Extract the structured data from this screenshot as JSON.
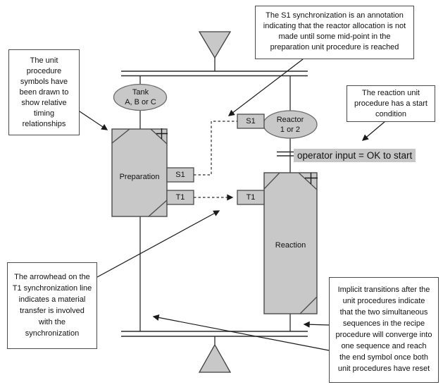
{
  "diagram": {
    "title_implied": "Recipe procedure timing diagram",
    "colors": {
      "background": "#ffffff",
      "shape_fill": "#c8c8c8",
      "shape_border": "#4b4b4b",
      "line": "#2b2b2b",
      "highlight_bg": "#c6c6c6"
    },
    "annotations": {
      "top": "The S1 synchronization is an annotation\nindicating that the reactor allocation is not\nmade until some mid-point in the\npreparation unit procedure is reached",
      "left": "The unit\nprocedure\nsymbols have\nbeen drawn to\nshow relative\ntiming\nrelationships",
      "right": "The reaction unit\nprocedure has a start\ncondition",
      "bottom_left": "The arrowhead on the\nT1 synchronization line\nindicates a material\ntransfer is involved\nwith the\nsynchronization",
      "bottom_right": "Implicit transitions after the\nunit procedures indicate\nthat the two simultaneous\nsequences in the recipe\nprocedure will converge into\none sequence and reach\nthe end symbol once both\nunit procedures have reset"
    },
    "nodes": {
      "tank_allocation": "Tank\nA, B or C",
      "reactor_allocation": "Reactor\n1 or 2",
      "preparation_label": "Preparation",
      "reaction_label": "Reaction",
      "prep_sync_s1": "S1",
      "prep_sync_t1": "T1",
      "reactor_sync_s1": "S1",
      "reaction_sync_t1": "T1",
      "start_condition": "operator input = OK to start"
    },
    "icons": {
      "start_symbol": "filled-inverted-triangle",
      "end_symbol": "filled-triangle",
      "sync_bars": "double-horizontal-line",
      "transition_mark": "double-short-line",
      "plus_mark": "+"
    }
  }
}
